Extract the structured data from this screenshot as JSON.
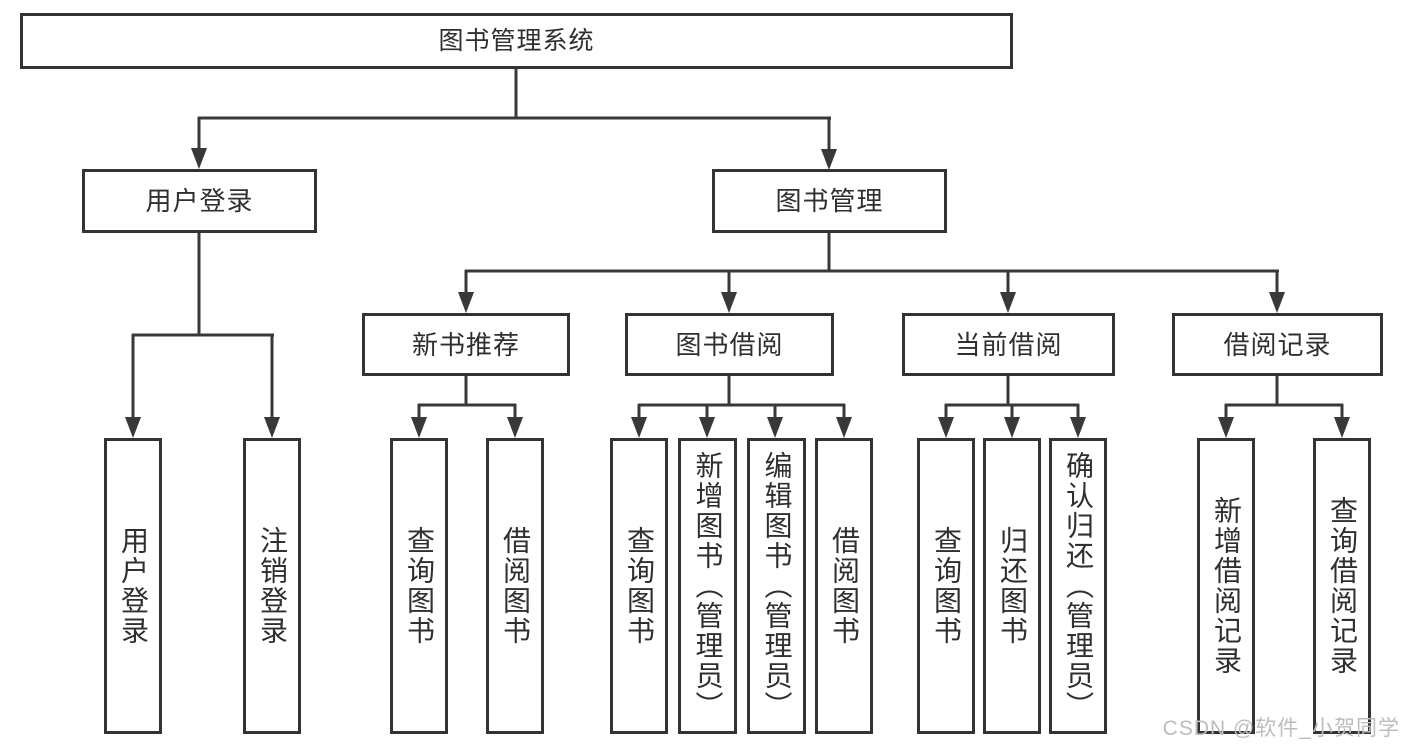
{
  "nodes": {
    "root": "图书管理系统",
    "user_login": "用户登录",
    "book_management": "图书管理",
    "new_book_recommend": "新书推荐",
    "book_borrowing": "图书借阅",
    "current_borrowing": "当前借阅",
    "borrowing_records": "借阅记录",
    "leaf_user_login": "用户登录",
    "leaf_logout": "注销登录",
    "leaf_nb_query_books": "查询图书",
    "leaf_nb_borrow_books": "借阅图书",
    "leaf_bb_query_books": "查询图书",
    "leaf_bb_add_books": "新增图书（管理员）",
    "leaf_bb_edit_books": "编辑图书（管理员）",
    "leaf_bb_borrow_books": "借阅图书",
    "leaf_cb_query_books": "查询图书",
    "leaf_cb_return_books": "归还图书",
    "leaf_cb_confirm_return": "确认归还（管理员）",
    "leaf_br_add_record": "新增借阅记录",
    "leaf_br_query_record": "查询借阅记录"
  },
  "watermark": "CSDN @软件_小贺同学",
  "colors": {
    "line": "#383838",
    "border": "#333333",
    "text": "#2f2f2f",
    "background": "#ffffff",
    "watermark": "#bdbdbd"
  }
}
